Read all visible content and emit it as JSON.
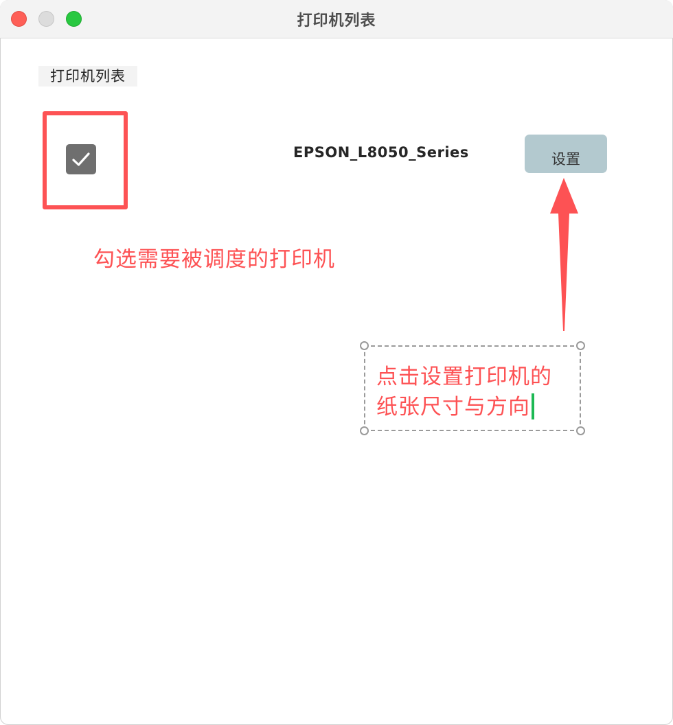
{
  "window": {
    "title": "打印机列表",
    "controls": [
      "close",
      "minimize",
      "maximize"
    ]
  },
  "section": {
    "label": "打印机列表"
  },
  "printers": [
    {
      "name": "EPSON_L8050_Series",
      "checked": true,
      "settings_label": "设置"
    }
  ],
  "annotations": {
    "checkbox_hint": "勾选需要被调度的打印机",
    "settings_hint_line1": "点击设置打印机的",
    "settings_hint_line2": "纸张尺寸与方向",
    "color": "#fd5254"
  },
  "colors": {
    "titlebar_bg": "#f3f3f3",
    "button_bg": "#b3c9cf",
    "checkbox_bg": "#6f6f6f",
    "annotation_red": "#fd5254",
    "cursor_green": "#1db954"
  }
}
